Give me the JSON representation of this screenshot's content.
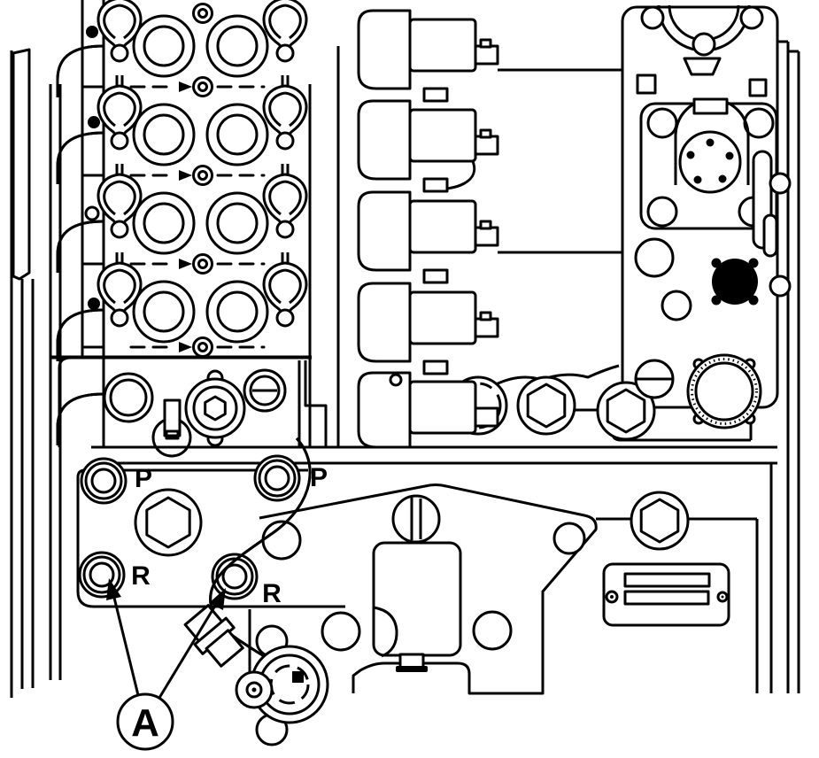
{
  "figure": {
    "kind": "technical-line-drawing",
    "subject": "hydraulic-control-valve-assembly",
    "background_color": "#ffffff",
    "line_color": "#000000"
  },
  "port_labels": {
    "p_left": "P",
    "p_right": "P",
    "r_left": "R",
    "r_right": "R"
  },
  "callout": {
    "label": "A"
  }
}
